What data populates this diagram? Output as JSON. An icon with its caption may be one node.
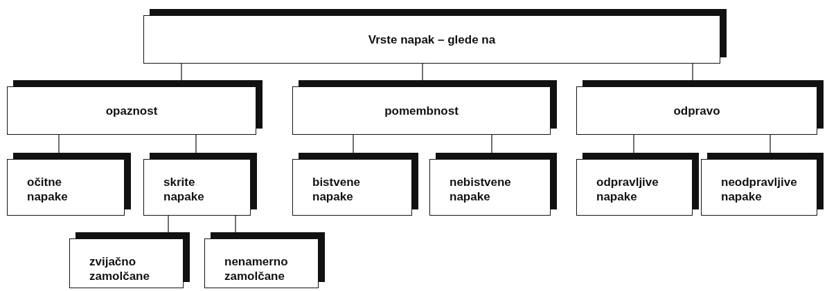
{
  "diagram": {
    "nodes": [
      {
        "text": [
          "Vrste napak – glede na"
        ]
      },
      {
        "text": [
          "opaznost"
        ]
      },
      {
        "text": [
          "pomembnost"
        ]
      },
      {
        "text": [
          "odpravo"
        ]
      },
      {
        "text": [
          "očitne napake"
        ]
      },
      {
        "text": [
          "skrite napake"
        ]
      },
      {
        "text": [
          "bistvene napake"
        ]
      },
      {
        "text": [
          "nebistvene napake"
        ]
      },
      {
        "text": [
          "odpravljive napake"
        ]
      },
      {
        "text": [
          "neodpravljive napake"
        ]
      },
      {
        "text": [
          "zvijačno zamolčane"
        ]
      },
      {
        "text": [
          "nenamerno zamolčane"
        ]
      }
    ],
    "edges": [
      {
        "from": 0,
        "to": 1,
        "arrow": "none"
      },
      {
        "from": 0,
        "to": 2,
        "arrow": "none"
      },
      {
        "from": 0,
        "to": 3,
        "arrow": "none"
      },
      {
        "from": 1,
        "to": 4,
        "arrow": "none"
      },
      {
        "from": 1,
        "to": 5,
        "arrow": "none"
      },
      {
        "from": 2,
        "to": 6,
        "arrow": "none"
      },
      {
        "from": 2,
        "to": 7,
        "arrow": "none"
      },
      {
        "from": 3,
        "to": 8,
        "arrow": "none"
      },
      {
        "from": 3,
        "to": 9,
        "arrow": "none"
      },
      {
        "from": 5,
        "to": 10,
        "arrow": "none"
      },
      {
        "from": 5,
        "to": 11,
        "arrow": "none"
      }
    ]
  }
}
